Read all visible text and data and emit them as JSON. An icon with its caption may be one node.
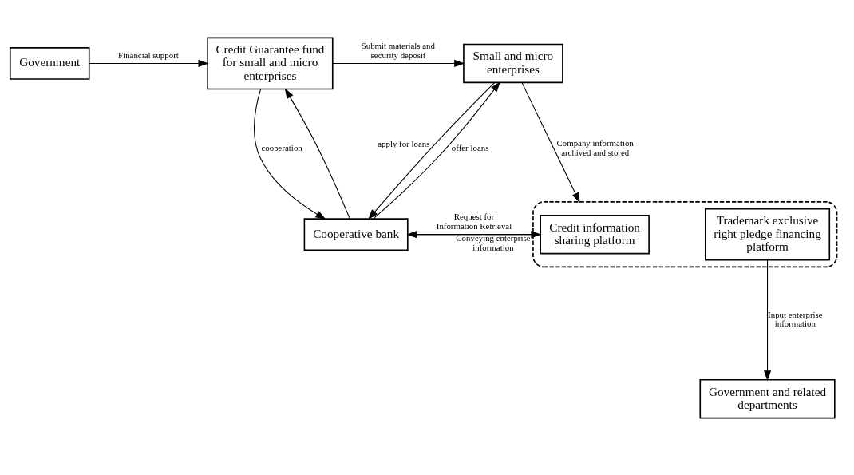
{
  "diagram": {
    "nodes": [
      {
        "text": [
          "Government"
        ]
      },
      {
        "text": [
          "Credit Guarantee fund for small and micro enterprises"
        ]
      },
      {
        "text": [
          "Small and micro enterprises"
        ]
      },
      {
        "text": [
          "Cooperative bank"
        ]
      },
      {
        "text": [],
        "shape": "box"
      },
      {
        "text": [
          "Credit information sharing platform"
        ],
        "in": 4
      },
      {
        "text": [
          "Trademark exclusive right pledge financing platform"
        ],
        "in": 4
      },
      {
        "text": [
          "Government and related departments"
        ]
      }
    ],
    "edges": [
      {
        "from": 0,
        "to": 1,
        "arrow": "to",
        "label": "Financial support"
      },
      {
        "from": 1,
        "to": 2,
        "arrow": "to",
        "label": "Submit materials and security deposit"
      },
      {
        "from": 1,
        "to": 3,
        "arrow": "to",
        "label": "cooperation"
      },
      {
        "from": 3,
        "to": 1,
        "arrow": "to"
      },
      {
        "from": 3,
        "to": 2,
        "arrow": "to",
        "label": "offer loans"
      },
      {
        "from": 2,
        "to": 3,
        "arrow": "to",
        "label": "apply for loans"
      },
      {
        "from": 2,
        "to": 4,
        "arrow": "to",
        "label": "Company information archived and stored"
      },
      {
        "from": 3,
        "to": 5,
        "arrow": "to",
        "label": "Request for Information Retrieval"
      },
      {
        "from": 5,
        "to": 3,
        "arrow": "to",
        "label": "Conveying enterprise information"
      },
      {
        "from": 6,
        "to": 7,
        "arrow": "to",
        "label": "Input enterprise information"
      }
    ]
  }
}
